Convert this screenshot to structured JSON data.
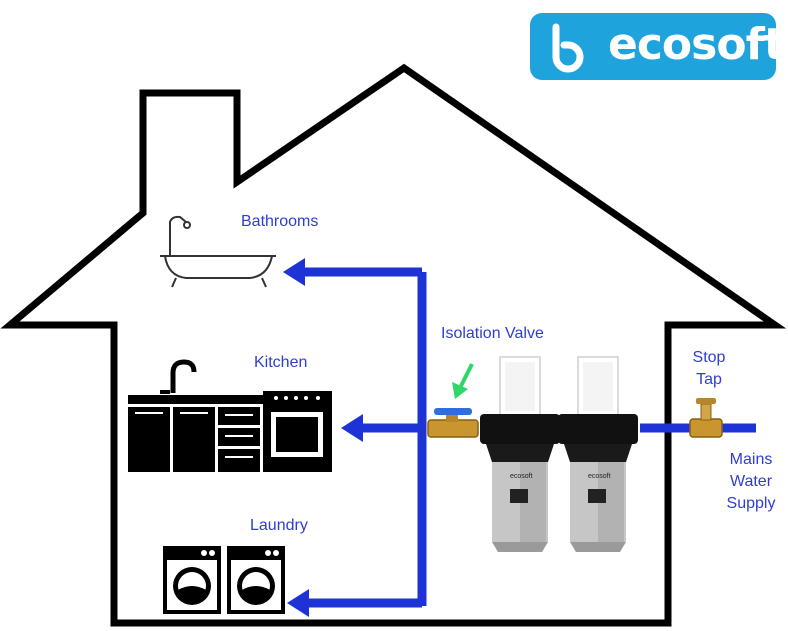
{
  "logo": {
    "text": "ecosoft"
  },
  "labels": {
    "bathrooms": "Bathrooms",
    "kitchen": "Kitchen",
    "laundry": "Laundry",
    "isolation_valve": "Isolation Valve",
    "stop_tap_line1": "Stop",
    "stop_tap_line2": "Tap",
    "mains_line1": "Mains",
    "mains_line2": "Water",
    "mains_line3": "Supply"
  },
  "filters": {
    "brand": "ecosoft"
  },
  "colors": {
    "pipe": "#1e33d6",
    "label": "#2f3ed0",
    "valve_arrow": "#2fd66a",
    "logo_bg": "#1ea3dd",
    "outline": "#000000"
  }
}
